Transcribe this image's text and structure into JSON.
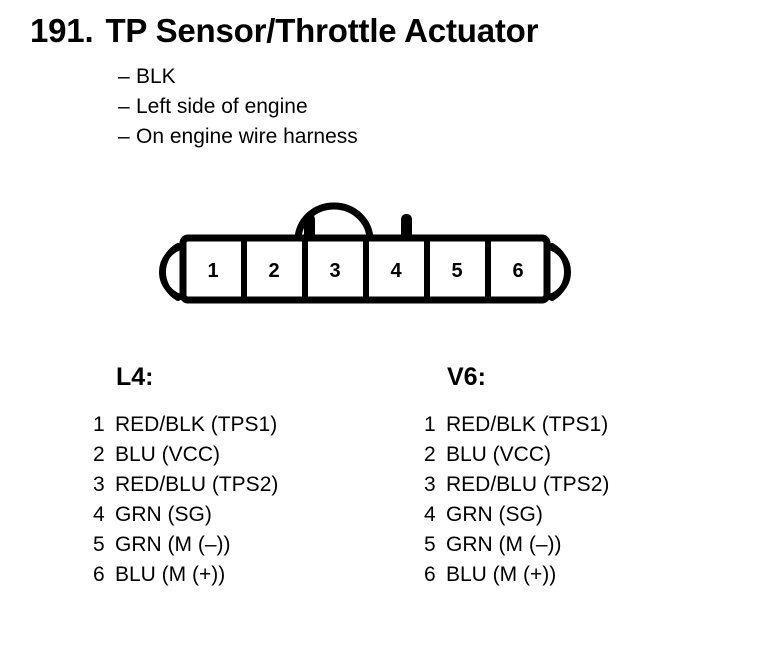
{
  "header": {
    "number": "191.",
    "title": "TP Sensor/Throttle Actuator",
    "details": [
      {
        "dash": "–",
        "text": "BLK"
      },
      {
        "dash": "–",
        "text": "Left side of engine"
      },
      {
        "dash": "–",
        "text": "On engine wire harness"
      }
    ]
  },
  "connector": {
    "name": "6-way connector",
    "cavity_count": 6,
    "cavities": [
      {
        "number": "1"
      },
      {
        "number": "2"
      },
      {
        "number": "3"
      },
      {
        "number": "4"
      },
      {
        "number": "5"
      },
      {
        "number": "6"
      }
    ],
    "latch": "center-latch-arch",
    "line_color": "#000000"
  },
  "pinouts": [
    {
      "heading": "L4:",
      "rows": [
        {
          "pin": "1",
          "label": "RED/BLK (TPS1)"
        },
        {
          "pin": "2",
          "label": "BLU (VCC)"
        },
        {
          "pin": "3",
          "label": "RED/BLU (TPS2)"
        },
        {
          "pin": "4",
          "label": "GRN (SG)"
        },
        {
          "pin": "5",
          "label": "GRN (M (–))"
        },
        {
          "pin": "6",
          "label": "BLU (M (+))"
        }
      ]
    },
    {
      "heading": "V6:",
      "rows": [
        {
          "pin": "1",
          "label": "RED/BLK (TPS1)"
        },
        {
          "pin": "2",
          "label": "BLU (VCC)"
        },
        {
          "pin": "3",
          "label": "RED/BLU (TPS2)"
        },
        {
          "pin": "4",
          "label": "GRN (SG)"
        },
        {
          "pin": "5",
          "label": "GRN (M (–))"
        },
        {
          "pin": "6",
          "label": "BLU (M (+))"
        }
      ]
    }
  ]
}
